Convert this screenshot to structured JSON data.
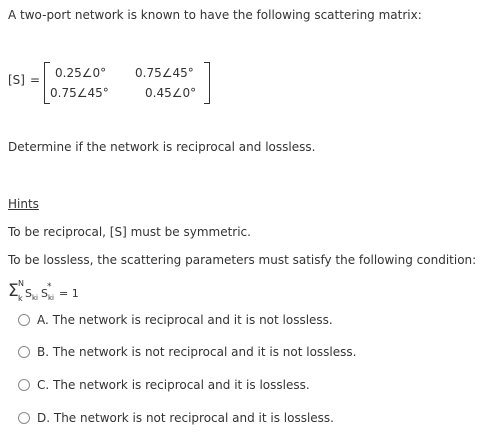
{
  "intro": "A two-port network is known to have the following scattering matrix:",
  "matrix": {
    "label": "[S]",
    "equals": "=",
    "rows": [
      [
        "0.25∠0°",
        "0.75∠45°"
      ],
      [
        "0.75∠45°",
        "0.45∠0°"
      ]
    ]
  },
  "question": "Determine if the network is reciprocal and lossless.",
  "hints": {
    "title": "Hints",
    "reciprocal": "To be reciprocal, [S] must be symmetric.",
    "lossless": "To be lossless, the scattering parameters must satisfy the following condition:",
    "condition": {
      "sum": "Σ",
      "upper": "N",
      "lower": "k",
      "s1": "S",
      "s1_sub": "ki",
      "s2": "S",
      "s2_sup": "*",
      "s2_sub": "ki",
      "rhs": "= 1"
    }
  },
  "options": [
    {
      "label": "A. The network is reciprocal and it is not lossless."
    },
    {
      "label": "B. The network is not reciprocal and it is not lossless."
    },
    {
      "label": "C. The network is reciprocal and it is lossless."
    },
    {
      "label": "D. The network is not reciprocal and it is lossless."
    }
  ]
}
